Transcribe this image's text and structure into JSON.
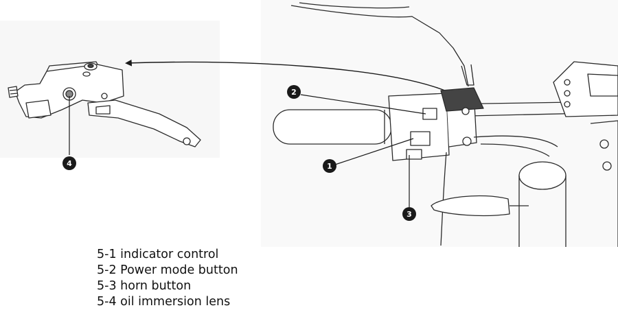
{
  "callouts": [
    {
      "number": "1",
      "target": "indicator control"
    },
    {
      "number": "2",
      "target": "Power mode button"
    },
    {
      "number": "3",
      "target": "horn button"
    },
    {
      "number": "4",
      "target": "oil immersion lens"
    }
  ],
  "legend": [
    "5-1 indicator control",
    "5-2 Power mode button",
    "5-3 horn button",
    "5-4 oil immersion lens"
  ],
  "colors": {
    "line_art": "#2a2a2a",
    "light_line": "#9a9a9a",
    "callout_fill": "#1a1a1a",
    "callout_text": "#ffffff"
  }
}
